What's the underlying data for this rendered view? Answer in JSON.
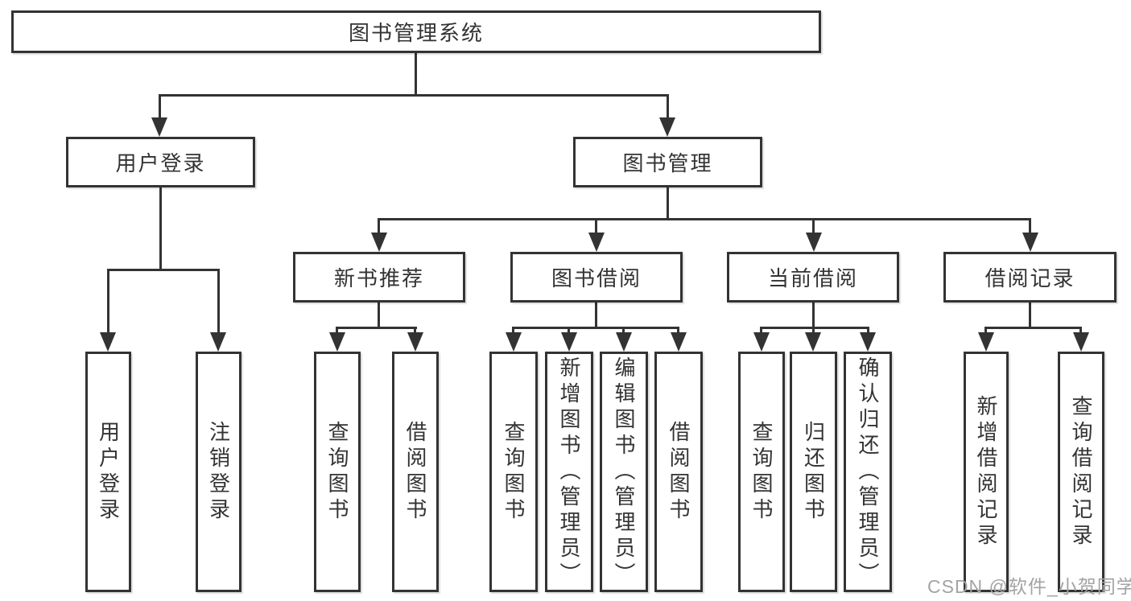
{
  "diagram": {
    "root": {
      "label": "图书管理系统"
    },
    "branches": [
      {
        "label": "用户登录",
        "children": [
          {
            "label": "用户登录"
          },
          {
            "label": "注销登录"
          }
        ]
      },
      {
        "label": "图书管理",
        "children": [
          {
            "label": "新书推荐",
            "children": [
              {
                "label": "查询图书"
              },
              {
                "label": "借阅图书"
              }
            ]
          },
          {
            "label": "图书借阅",
            "children": [
              {
                "label": "查询图书"
              },
              {
                "label": "新增图书（管理员）"
              },
              {
                "label": "编辑图书（管理员）"
              },
              {
                "label": "借阅图书"
              }
            ]
          },
          {
            "label": "当前借阅",
            "children": [
              {
                "label": "查询图书"
              },
              {
                "label": "归还图书"
              },
              {
                "label": "确认归还（管理员）"
              }
            ]
          },
          {
            "label": "借阅记录",
            "children": [
              {
                "label": "新增借阅记录"
              },
              {
                "label": "查询借阅记录"
              }
            ]
          }
        ]
      }
    ]
  },
  "watermark": {
    "text": "CSDN @软件_小贺同学"
  },
  "colors": {
    "line": "#333333",
    "text": "#333333",
    "background": "#ffffff",
    "watermark": "#a3a3a3"
  }
}
